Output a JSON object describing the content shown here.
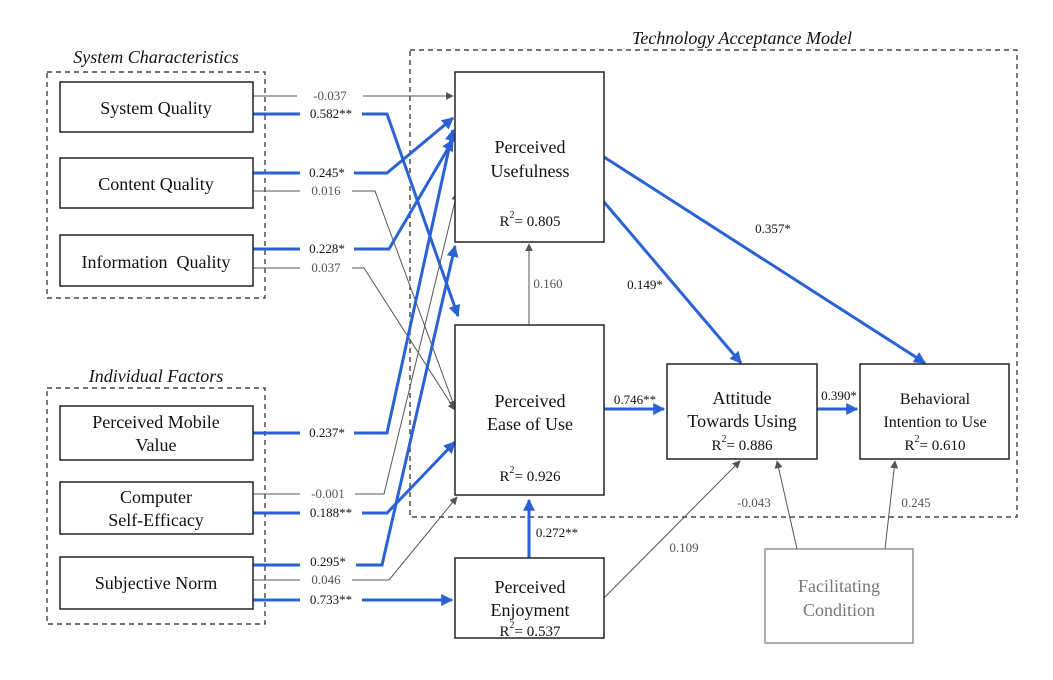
{
  "groups": {
    "system": "System Characteristics",
    "individual": "Individual Factors",
    "tam": "Technology Acceptance Model"
  },
  "nodes": {
    "system_quality": [
      "System Quality"
    ],
    "content_quality": [
      "Content Quality"
    ],
    "information_quality": [
      "Information  Quality"
    ],
    "perceived_mobile_value": [
      "Perceived Mobile",
      "Value"
    ],
    "computer_self_efficacy": [
      "Computer",
      "Self-Efficacy"
    ],
    "subjective_norm": [
      "Subjective Norm"
    ],
    "perceived_usefulness": [
      "Perceived",
      "Usefulness"
    ],
    "perceived_ease_of_use": [
      "Perceived",
      "Ease of Use"
    ],
    "perceived_enjoyment": [
      "Perceived",
      "Enjoyment"
    ],
    "attitude_towards_using": [
      "Attitude",
      "Towards Using"
    ],
    "behavioral_intention": [
      "Behavioral",
      "Intention to Use"
    ],
    "facilitating_condition": [
      "Facilitating",
      "Condition"
    ]
  },
  "r_squared": {
    "perceived_usefulness": "0.805",
    "perceived_ease_of_use": "0.926",
    "perceived_enjoyment": "0.537",
    "attitude_towards_using": "0.886",
    "behavioral_intention": "0.610"
  },
  "paths": [
    {
      "id": "sq-pu",
      "from": "System Quality",
      "to": "Perceived Usefulness",
      "coef": "-0.037",
      "significant": false
    },
    {
      "id": "sq-peou",
      "from": "System Quality",
      "to": "Perceived Ease of Use",
      "coef": "0.582**",
      "significant": true
    },
    {
      "id": "cq-pu",
      "from": "Content Quality",
      "to": "Perceived Usefulness",
      "coef": "0.245*",
      "significant": true
    },
    {
      "id": "cq-peou",
      "from": "Content Quality",
      "to": "Perceived Ease of Use",
      "coef": "0.016",
      "significant": false
    },
    {
      "id": "iq-pu",
      "from": "Information  Quality",
      "to": "Perceived Usefulness",
      "coef": "0.228*",
      "significant": true
    },
    {
      "id": "iq-peou",
      "from": "Information  Quality",
      "to": "Perceived Ease of Use",
      "coef": "0.037",
      "significant": false
    },
    {
      "id": "pmv-pu",
      "from": "Perceived Mobile Value",
      "to": "Perceived Usefulness",
      "coef": "0.237*",
      "significant": true
    },
    {
      "id": "cse-pu",
      "from": "Computer Self-Efficacy",
      "to": "Perceived Usefulness",
      "coef": "-0.001",
      "significant": false
    },
    {
      "id": "cse-peou",
      "from": "Computer Self-Efficacy",
      "to": "Perceived Ease of Use",
      "coef": "0.188**",
      "significant": true
    },
    {
      "id": "sn-pu",
      "from": "Subjective Norm",
      "to": "Perceived Usefulness",
      "coef": "0.295*",
      "significant": true
    },
    {
      "id": "sn-peou",
      "from": "Subjective Norm",
      "to": "Perceived Ease of Use",
      "coef": "0.046",
      "significant": false
    },
    {
      "id": "sn-pe",
      "from": "Subjective Norm",
      "to": "Perceived Enjoyment",
      "coef": "0.733**",
      "significant": true
    },
    {
      "id": "peou-pu",
      "from": "Perceived Ease of Use",
      "to": "Perceived Usefulness",
      "coef": "0.160",
      "significant": false
    },
    {
      "id": "pe-peou",
      "from": "Perceived Enjoyment",
      "to": "Perceived Ease of Use",
      "coef": "0.272**",
      "significant": true
    },
    {
      "id": "pu-atu",
      "from": "Perceived Usefulness",
      "to": "Attitude Towards Using",
      "coef": "0.149*",
      "significant": true
    },
    {
      "id": "pu-bi",
      "from": "Perceived Usefulness",
      "to": "Behavioral Intention to Use",
      "coef": "0.357*",
      "significant": true
    },
    {
      "id": "peou-atu",
      "from": "Perceived Ease of Use",
      "to": "Attitude Towards Using",
      "coef": "0.746**",
      "significant": true
    },
    {
      "id": "atu-bi",
      "from": "Attitude Towards Using",
      "to": "Behavioral Intention to Use",
      "coef": "0.390*",
      "significant": true
    },
    {
      "id": "pe-atu",
      "from": "Perceived Enjoyment",
      "to": "Attitude Towards Using",
      "coef": "0.109",
      "significant": false
    },
    {
      "id": "fc-atu",
      "from": "Facilitating Condition",
      "to": "Attitude Towards Using",
      "coef": "-0.043",
      "significant": false
    },
    {
      "id": "fc-bi",
      "from": "Facilitating Condition",
      "to": "Behavioral Intention to Use",
      "coef": "0.245",
      "significant": false
    }
  ],
  "colors": {
    "significant_path": "#2a62d6",
    "nonsignificant_path": "#555555",
    "box_border": "#222222",
    "external_box_border": "#777777"
  }
}
